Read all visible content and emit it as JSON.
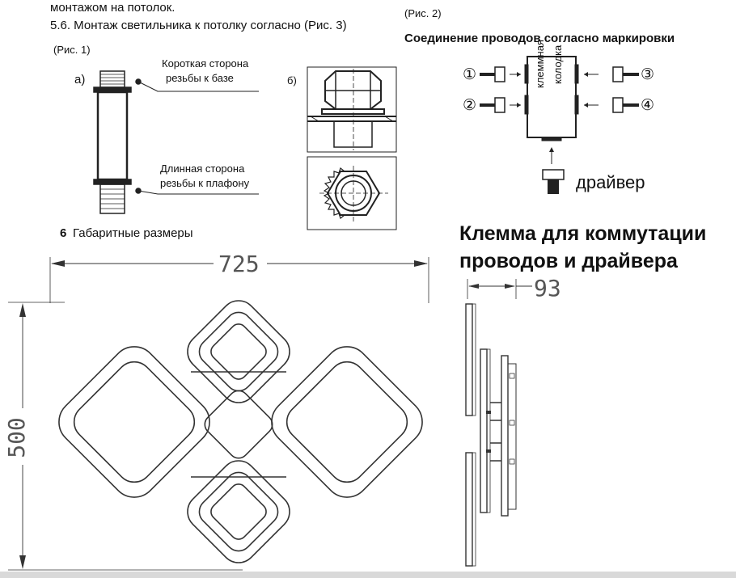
{
  "left": {
    "line1": "монтажом на потолок.",
    "line2": "5.6. Монтаж светильника к потолку согласно (Рис. 3)",
    "fig1_caption": "(Рис. 1)",
    "label_a": "а)",
    "label_b": "б)",
    "short_side_1": "Короткая сторона",
    "short_side_2": "резьбы к базе",
    "long_side_1": "Длинная сторона",
    "long_side_2": "резьбы к плафону",
    "section6_num": "6",
    "section6_title": "Габаритные размеры",
    "dim_width": "725",
    "dim_height": "500"
  },
  "right": {
    "fig2_caption": "(Рис. 2)",
    "wiring_title": "Соединение проводов согласно маркировки",
    "terminal_block_1": "клеммная",
    "terminal_block_2": "колодка",
    "n1": "①",
    "n2": "②",
    "n3": "③",
    "n4": "④",
    "driver": "драйвер",
    "heading_1": "Клемма для коммутации",
    "heading_2": "проводов и драйвера",
    "dim_depth": "93"
  }
}
